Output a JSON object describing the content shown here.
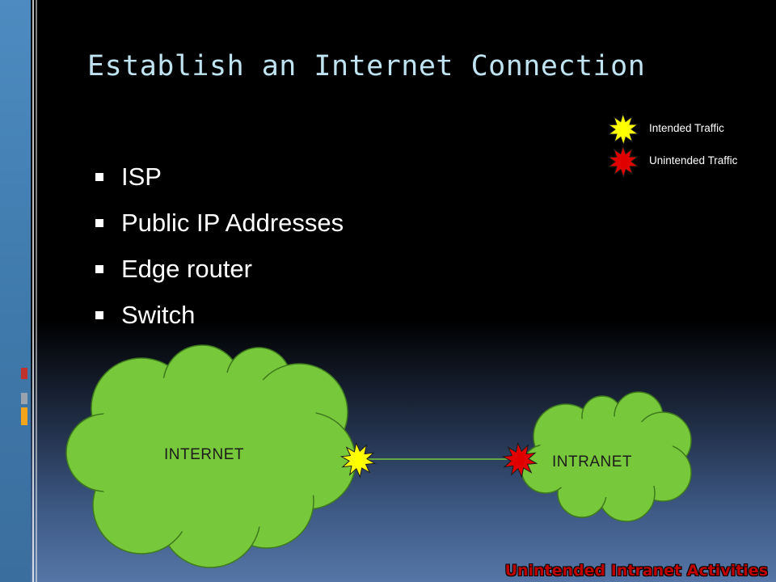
{
  "slide": {
    "title": "Establish an Internet Connection",
    "bullets": [
      {
        "text": "ISP"
      },
      {
        "text": "Public IP Addresses"
      },
      {
        "text": "Edge router"
      },
      {
        "text": "Switch"
      }
    ]
  },
  "legend": {
    "items": [
      {
        "label": "Intended Traffic",
        "color": "#ffff00",
        "icon": "burst-icon"
      },
      {
        "label": "Unintended Traffic",
        "color": "#e00000",
        "icon": "burst-icon"
      }
    ]
  },
  "diagram": {
    "internet_label": "INTERNET",
    "intranet_label": "INTRANET",
    "cloud_color": "#78c83c",
    "link_color": "#78c83c"
  },
  "footer": {
    "text": "Unintended Intranet Activities"
  }
}
